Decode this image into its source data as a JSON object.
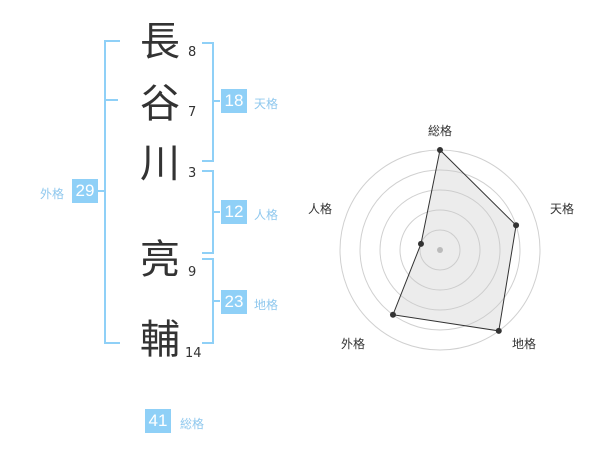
{
  "name": {
    "chars": [
      "長",
      "谷",
      "川",
      "亮",
      "輔"
    ],
    "strokes": [
      "8",
      "7",
      "3",
      "9",
      "14"
    ]
  },
  "scores": {
    "tenkaku": {
      "value": "18",
      "label": "天格"
    },
    "jinkaku": {
      "value": "12",
      "label": "人格"
    },
    "chikaku": {
      "value": "23",
      "label": "地格"
    },
    "gaikaku": {
      "value": "29",
      "label": "外格"
    },
    "soukaku": {
      "value": "41",
      "label": "総格"
    }
  },
  "radar": {
    "axes": [
      "総格",
      "天格",
      "地格",
      "外格",
      "人格"
    ],
    "levels": 5,
    "values": [
      5,
      4,
      5,
      4,
      1
    ],
    "max": 5
  }
}
